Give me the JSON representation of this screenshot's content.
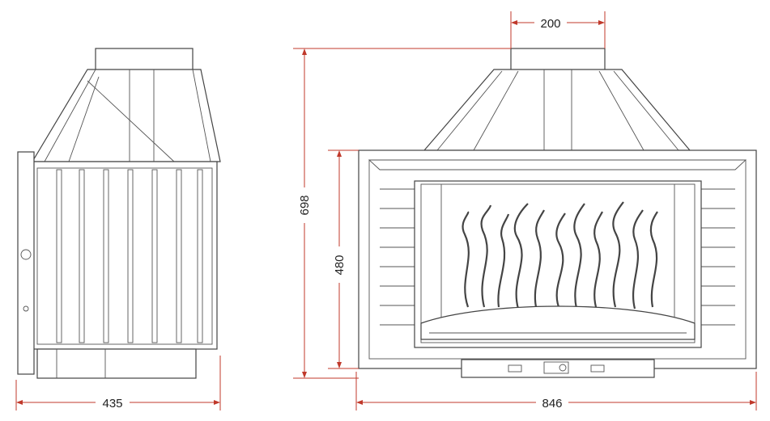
{
  "colors": {
    "dimension": "#c0392b",
    "outline": "#444444",
    "text": "#222222"
  },
  "dimensions": {
    "top_flue_width": "200",
    "total_height": "698",
    "front_height": "480",
    "side_depth": "435",
    "front_width": "846"
  }
}
